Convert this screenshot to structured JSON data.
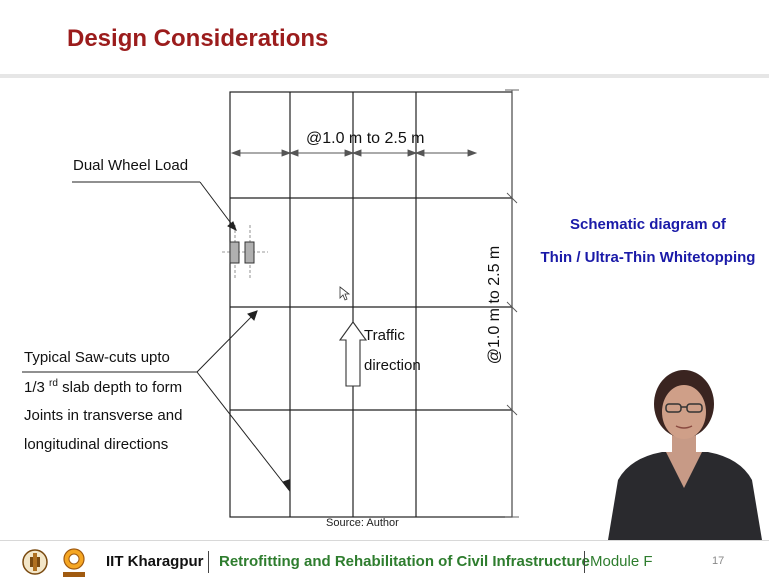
{
  "slide": {
    "title": "Design Considerations",
    "side_title_line1": "Schematic diagram of",
    "side_title_line2": "Thin / Ultra-Thin Whitetopping",
    "source": "Source: Author"
  },
  "diagram": {
    "dual_wheel_label": "Dual Wheel Load",
    "spacing_horizontal": "@1.0 m to 2.5 m",
    "spacing_vertical": "@1.0 m to 2.5 m",
    "traffic_line1": "Traffic",
    "traffic_line2": "direction",
    "sawcut_lines": [
      "Typical Saw-cuts upto",
      "1/3 rd slab depth to form",
      "Joints in transverse and",
      "longitudinal directions"
    ],
    "sawcut_superscript": "rd",
    "sawcut_line2_prefix": "1/3 ",
    "sawcut_line2_suffix": " slab depth to form"
  },
  "footer": {
    "institute": "IIT Kharagpur",
    "course": "Retrofitting and Rehabilitation of Civil Infrastructure",
    "module": "Module F",
    "page": "17"
  },
  "colors": {
    "title": "#9b1c1c",
    "side_title": "#1a1aa8",
    "footer_course": "#2e7d2e"
  }
}
